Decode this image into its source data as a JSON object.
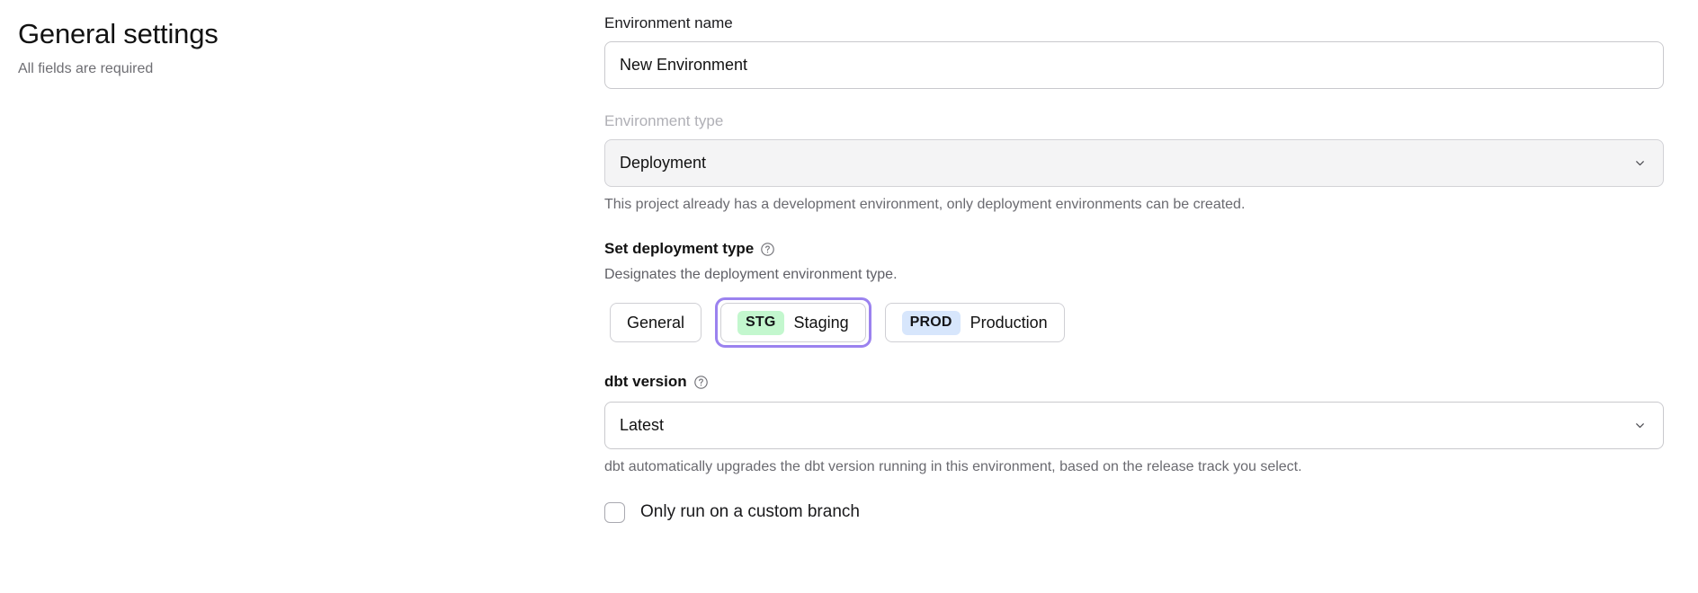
{
  "header": {
    "title": "General settings",
    "subtitle": "All fields are required"
  },
  "form": {
    "environment_name": {
      "label": "Environment name",
      "value": "New Environment",
      "placeholder": "Environment name"
    },
    "environment_type": {
      "label": "Environment type",
      "value": "Deployment",
      "disabled": true,
      "helper": "This project already has a development environment, only deployment environments can be created.",
      "chevron_icon": "chevron-down-icon"
    },
    "deployment_type": {
      "label": "Set deployment type",
      "help_icon": "question-circle-icon",
      "description": "Designates the deployment environment type.",
      "options": [
        {
          "id": "general",
          "label": "General",
          "badge": null,
          "badge_color": null,
          "selected": false
        },
        {
          "id": "staging",
          "label": "Staging",
          "badge": "STG",
          "badge_color": "#c3f7ce",
          "selected": true
        },
        {
          "id": "production",
          "label": "Production",
          "badge": "PROD",
          "badge_color": "#d7e6fc",
          "selected": false
        }
      ],
      "focus_ring_color": "#9b82ef"
    },
    "dbt_version": {
      "label": "dbt version",
      "help_icon": "question-circle-icon",
      "value": "Latest",
      "helper": "dbt automatically upgrades the dbt version running in this environment, based on the release track you select.",
      "chevron_icon": "chevron-down-icon"
    },
    "custom_branch": {
      "label": "Only run on a custom branch",
      "checked": false
    }
  }
}
